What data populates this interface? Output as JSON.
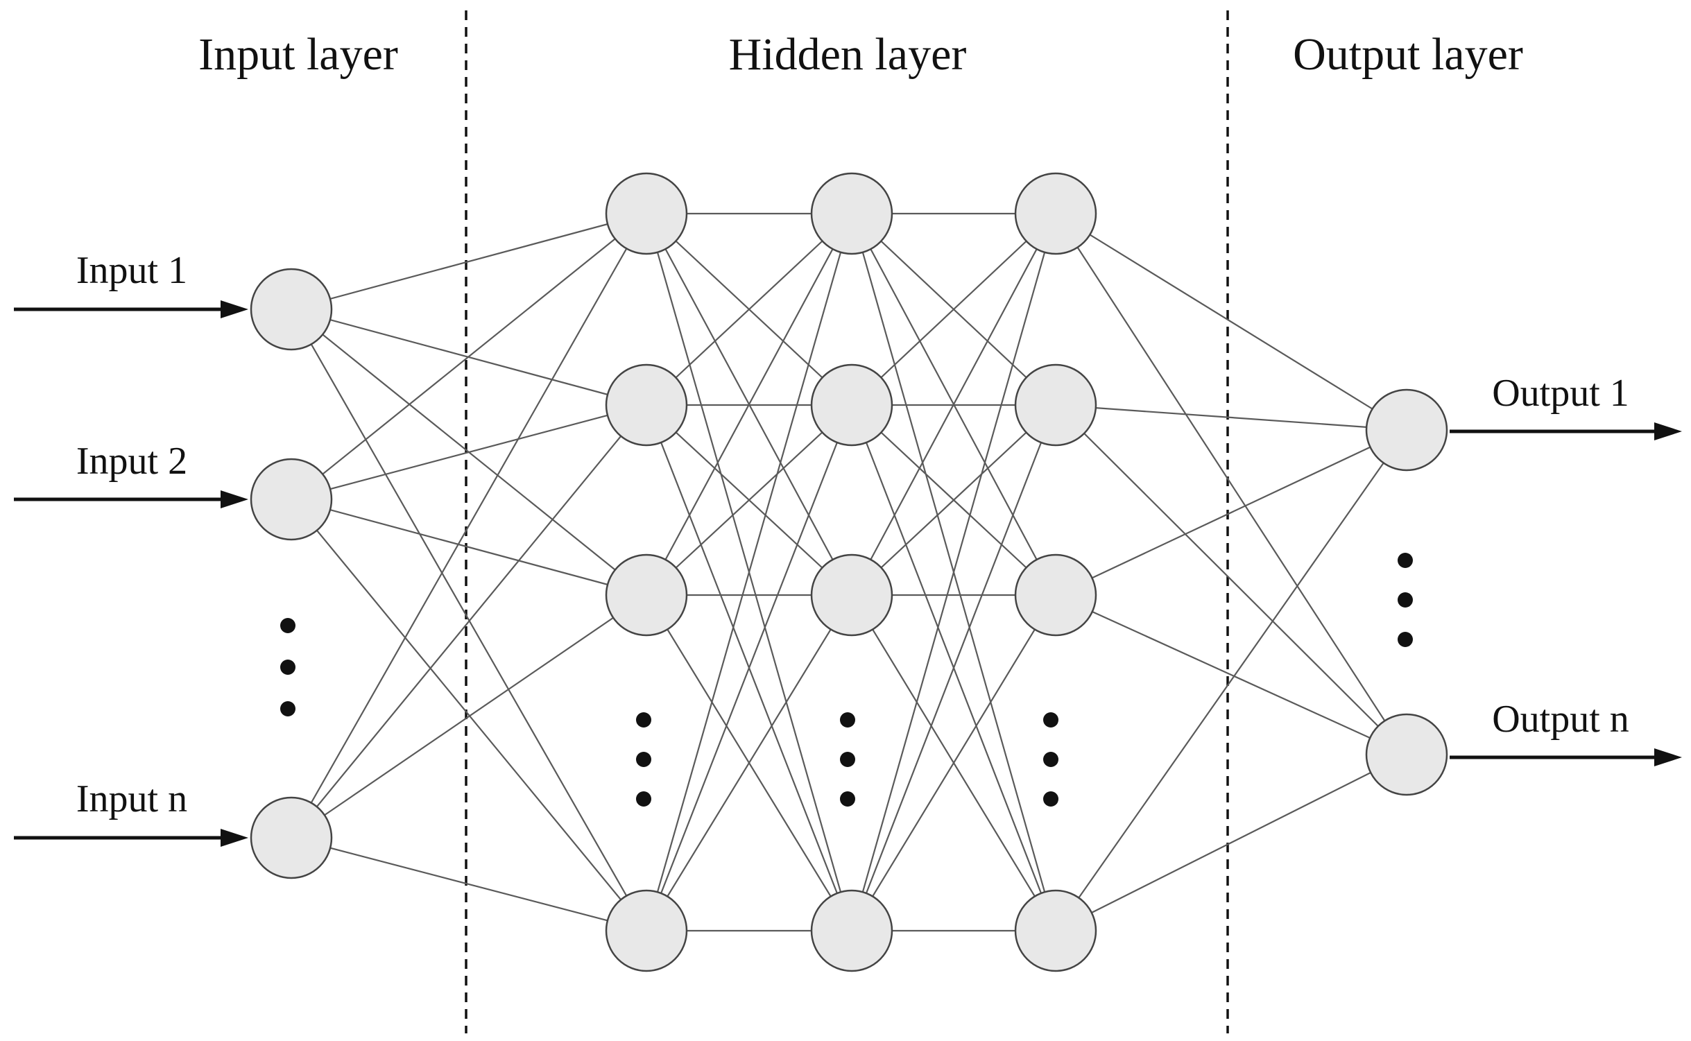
{
  "sections": {
    "input_title": "Input layer",
    "hidden_title": "Hidden layer",
    "output_title": "Output layer"
  },
  "inputs": [
    {
      "label": "Input 1"
    },
    {
      "label": "Input 2"
    },
    {
      "label": "Input n"
    }
  ],
  "outputs": [
    {
      "label": "Output 1"
    },
    {
      "label": "Output n"
    }
  ],
  "network": {
    "input_nodes_shown": 3,
    "hidden_layers": 3,
    "hidden_nodes_shown_per_layer": 4,
    "output_nodes_shown": 2,
    "connectivity": "fully-connected",
    "ellipsis_between_last_two_nodes": true
  },
  "colors": {
    "node_fill": "#e8e8e8",
    "node_stroke": "#444444",
    "edge": "#5a5a5a",
    "text": "#111111"
  }
}
